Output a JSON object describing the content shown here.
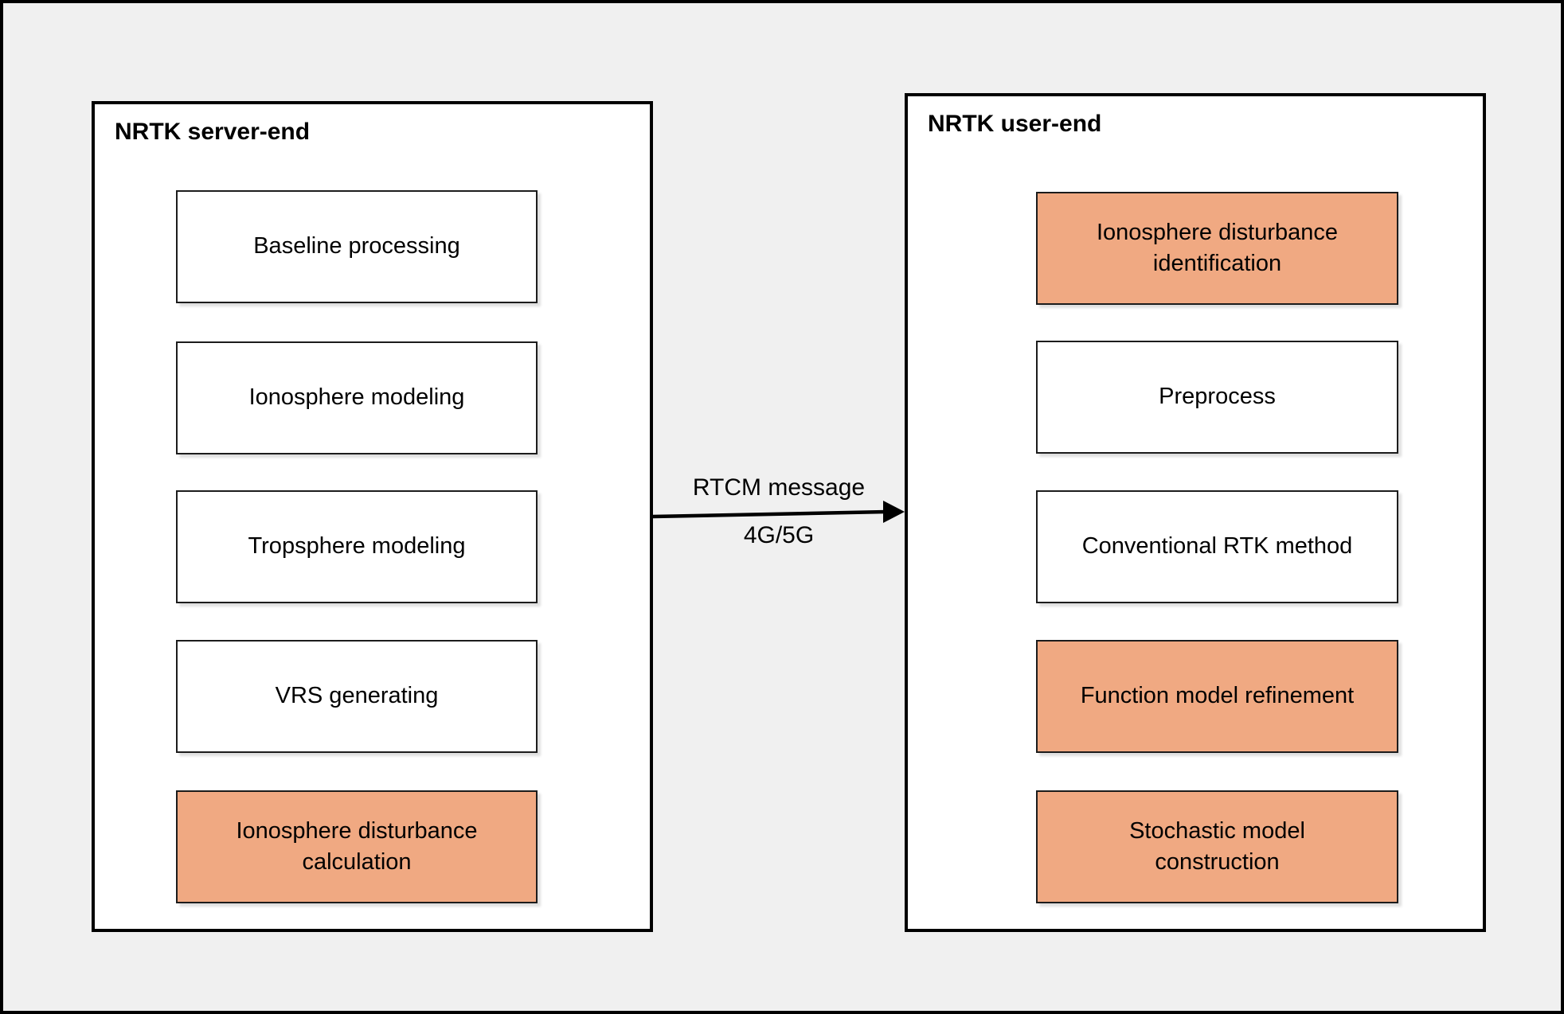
{
  "colors": {
    "background": "#f0f0f0",
    "panel_fill": "#ffffff",
    "box_fill": "#ffffff",
    "highlight": "#F0A982",
    "border": "#000000"
  },
  "panels": [
    {
      "title": "NRTK server-end",
      "boxes": [
        {
          "label": "Baseline processing",
          "highlighted": false
        },
        {
          "label": "Ionosphere modeling",
          "highlighted": false
        },
        {
          "label": "Tropsphere modeling",
          "highlighted": false
        },
        {
          "label": "VRS generating",
          "highlighted": false
        },
        {
          "label": "Ionosphere disturbance calculation",
          "highlighted": true
        }
      ]
    },
    {
      "title": "NRTK user-end",
      "boxes": [
        {
          "label": "Ionosphere disturbance identification",
          "highlighted": true
        },
        {
          "label": "Preprocess",
          "highlighted": false
        },
        {
          "label": "Conventional RTK method",
          "highlighted": false
        },
        {
          "label": "Function model refinement",
          "highlighted": true
        },
        {
          "label": "Stochastic model construction",
          "highlighted": true
        }
      ]
    }
  ],
  "arrow": {
    "label_top": "RTCM message",
    "label_bottom": "4G/5G"
  }
}
